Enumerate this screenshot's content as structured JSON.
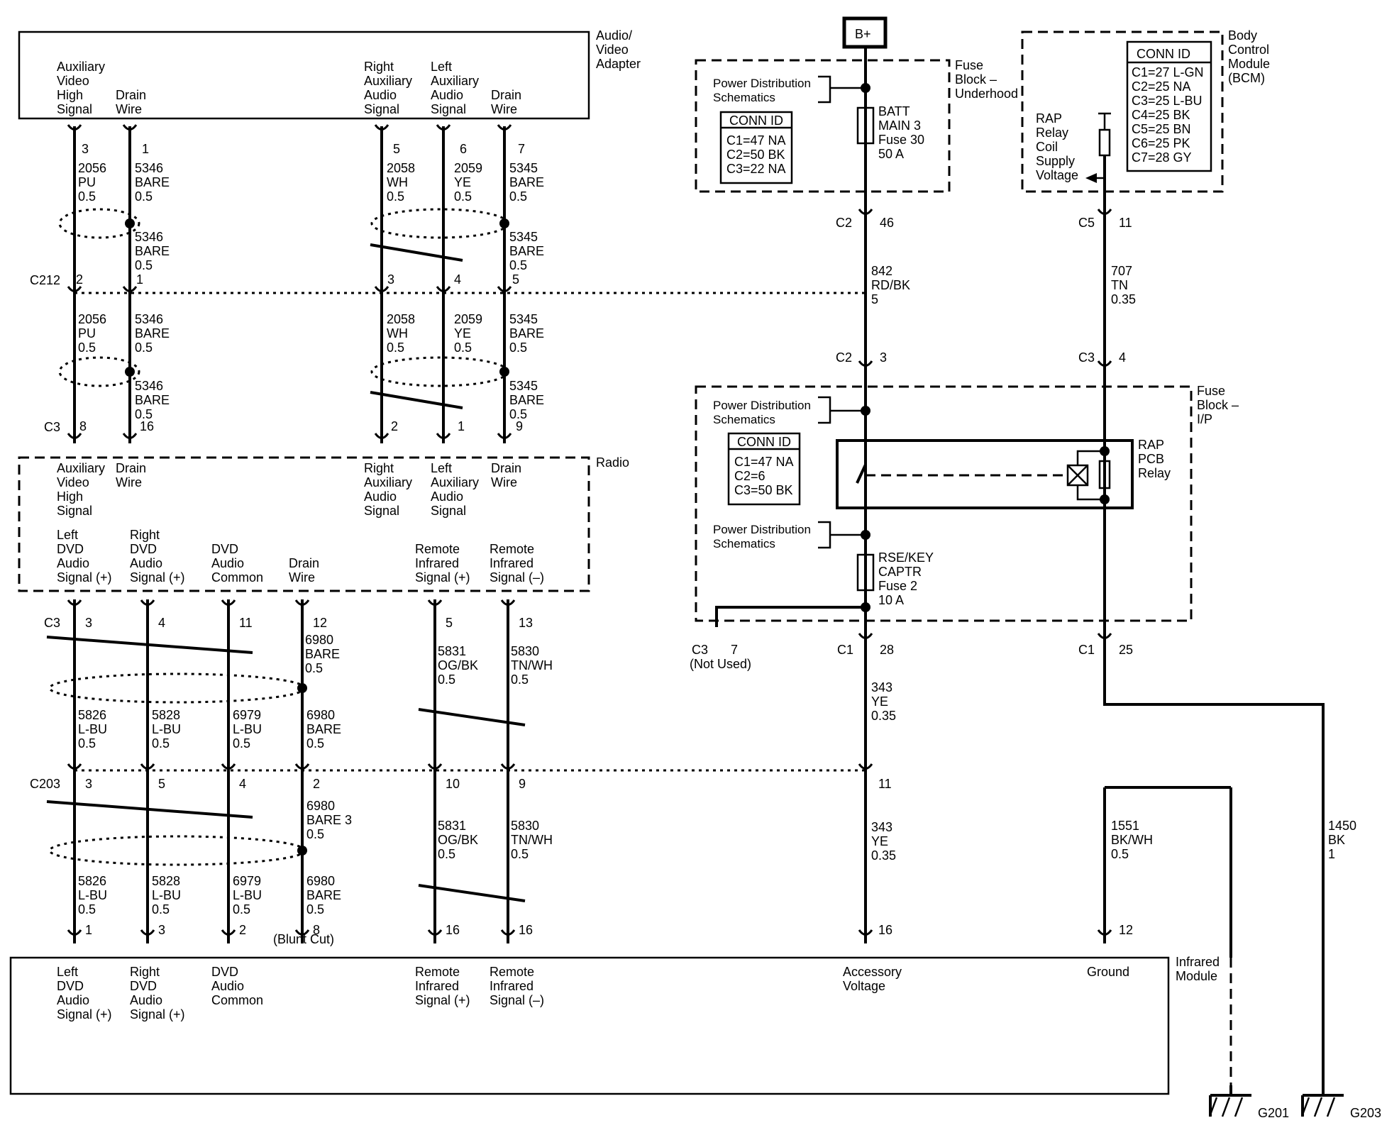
{
  "power": {
    "bplus": "B+"
  },
  "modules": {
    "ava": [
      "Audio/",
      "Video",
      "Adapter"
    ],
    "fbu": [
      "Fuse",
      "Block –",
      "Underhood"
    ],
    "bcm": [
      "Body",
      "Control",
      "Module",
      "(BCM)"
    ],
    "radio": [
      "Radio"
    ],
    "fbip": [
      "Fuse",
      "Block –",
      "I/P"
    ],
    "irm": [
      "Infrared",
      "Module"
    ]
  },
  "pins": {
    "ava": [
      [
        "Auxiliary",
        "Video",
        "High",
        "Signal"
      ],
      [
        "Drain",
        "Wire"
      ],
      [
        "Right",
        "Auxiliary",
        "Audio",
        "Signal"
      ],
      [
        "Left",
        "Auxiliary",
        "Audio",
        "Signal"
      ],
      [
        "Drain",
        "Wire"
      ]
    ],
    "radio_top": [
      [
        "Auxiliary",
        "Video",
        "High",
        "Signal"
      ],
      [
        "Drain",
        "Wire"
      ],
      [
        "Right",
        "Auxiliary",
        "Audio",
        "Signal"
      ],
      [
        "Left",
        "Auxiliary",
        "Audio",
        "Signal"
      ],
      [
        "Drain",
        "Wire"
      ]
    ],
    "radio_bottom": [
      [
        "Left",
        "DVD",
        "Audio",
        "Signal (+)"
      ],
      [
        "Right",
        "DVD",
        "Audio",
        "Signal (+)"
      ],
      [
        "DVD",
        "Audio",
        "Common"
      ],
      [
        "Drain",
        "Wire"
      ],
      [
        "Remote",
        "Infrared",
        "Signal (+)"
      ],
      [
        "Remote",
        "Infrared",
        "Signal (–)"
      ]
    ],
    "irm": [
      [
        "Left",
        "DVD",
        "Audio",
        "Signal (+)"
      ],
      [
        "Right",
        "DVD",
        "Audio",
        "Signal (+)"
      ],
      [
        "DVD",
        "Audio",
        "Common"
      ],
      [
        "Remote",
        "Infrared",
        "Signal (+)"
      ],
      [
        "Remote",
        "Infrared",
        "Signal (–)"
      ],
      [
        "Accessory",
        "Voltage"
      ],
      [
        "Ground"
      ]
    ]
  },
  "conn_ids": {
    "fbu": {
      "title": "CONN ID",
      "lines": [
        "C1=47 NA",
        "C2=50 BK",
        "C3=22 NA"
      ]
    },
    "bcm": {
      "title": "CONN ID",
      "lines": [
        "C1=27 L-GN",
        "C2=25 NA",
        "C3=25 L-BU",
        "C4=25 BK",
        "C5=25 BN",
        "C6=25 PK",
        "C7=28 GY"
      ]
    },
    "fbip": {
      "title": "CONN ID",
      "lines": [
        "C1=47 NA",
        "C2=6",
        "C3=50 BK"
      ]
    }
  },
  "pds": [
    "Power Distribution",
    "Schematics"
  ],
  "fuses": {
    "batt": [
      "BATT",
      "MAIN 3",
      "Fuse 30",
      "50 A"
    ],
    "rse": [
      "RSE/KEY",
      "CAPTR",
      "Fuse 2",
      "10 A"
    ]
  },
  "relay": [
    "RAP",
    "PCB",
    "Relay"
  ],
  "rap_supply": [
    "RAP",
    "Relay",
    "Coil",
    "Supply",
    "Voltage"
  ],
  "connectors": {
    "c212": "C212",
    "c3": "C3",
    "c203": "C203",
    "c2": "C2",
    "c5": "C5",
    "c1": "C1",
    "c3_not_used": [
      "C3",
      "(Not Used)"
    ]
  },
  "pin_numbers": {
    "ava": [
      "3",
      "1",
      "5",
      "6",
      "7"
    ],
    "c212": [
      "2",
      "1",
      "3",
      "4",
      "5"
    ],
    "radio_c3_top": [
      "8",
      "16",
      "2",
      "1",
      "9"
    ],
    "radio_c3_bottom": [
      "3",
      "4",
      "11",
      "12",
      "5",
      "13"
    ],
    "c203": [
      "3",
      "5",
      "4",
      "2",
      "10",
      "9",
      "11"
    ],
    "irm": [
      "1",
      "3",
      "2",
      "8",
      "16",
      "16",
      "12"
    ],
    "fbu_c2": "46",
    "fbip_c2": "3",
    "bcm_c5": "11",
    "fbip_c3": "4",
    "fbip_c1_28": "28",
    "fbip_c1_25": "25",
    "c3_not_used_pin": "7"
  },
  "wires": {
    "w2056a": [
      "2056",
      "PU",
      "0.5"
    ],
    "w5346a": [
      "5346",
      "BARE",
      "0.5"
    ],
    "w5346b": [
      "5346",
      "BARE",
      "0.5"
    ],
    "w2058a": [
      "2058",
      "WH",
      "0.5"
    ],
    "w2059a": [
      "2059",
      "YE",
      "0.5"
    ],
    "w5345a": [
      "5345",
      "BARE",
      "0.5"
    ],
    "w5345b": [
      "5345",
      "BARE",
      "0.5"
    ],
    "w2056b": [
      "2056",
      "PU",
      "0.5"
    ],
    "w5346c": [
      "5346",
      "BARE",
      "0.5"
    ],
    "w5346d": [
      "5346",
      "BARE",
      "0.5"
    ],
    "w2058b": [
      "2058",
      "WH",
      "0.5"
    ],
    "w2059b": [
      "2059",
      "YE",
      "0.5"
    ],
    "w5345c": [
      "5345",
      "BARE",
      "0.5"
    ],
    "w5345d": [
      "5345",
      "BARE",
      "0.5"
    ],
    "w842": [
      "842",
      "RD/BK",
      "5"
    ],
    "w707": [
      "707",
      "TN",
      "0.35"
    ],
    "w6980a": [
      "6980",
      "BARE",
      "0.5"
    ],
    "w5826a": [
      "5826",
      "L-BU",
      "0.5"
    ],
    "w5828a": [
      "5828",
      "L-BU",
      "0.5"
    ],
    "w6979a": [
      "6979",
      "L-BU",
      "0.5"
    ],
    "w6980b": [
      "6980",
      "BARE",
      "0.5"
    ],
    "w5831a": [
      "5831",
      "OG/BK",
      "0.5"
    ],
    "w5830a": [
      "5830",
      "TN/WH",
      "0.5"
    ],
    "w343a": [
      "343",
      "YE",
      "0.35"
    ],
    "w6980c": [
      "6980",
      "BARE 3",
      "0.5"
    ],
    "w6980d": [
      "6980",
      "BARE",
      "0.5"
    ],
    "w5826b": [
      "5826",
      "L-BU",
      "0.5"
    ],
    "w5828b": [
      "5828",
      "L-BU",
      "0.5"
    ],
    "w6979b": [
      "6979",
      "L-BU",
      "0.5"
    ],
    "w5831b": [
      "5831",
      "OG/BK",
      "0.5"
    ],
    "w5830b": [
      "5830",
      "TN/WH",
      "0.5"
    ],
    "w343b": [
      "343",
      "YE",
      "0.35"
    ],
    "w1551": [
      "1551",
      "BK/WH",
      "0.5"
    ],
    "w1450": [
      "1450",
      "BK",
      "1"
    ]
  },
  "blunt_cut": "(Blunt Cut)",
  "grounds": [
    "G201",
    "G203"
  ]
}
